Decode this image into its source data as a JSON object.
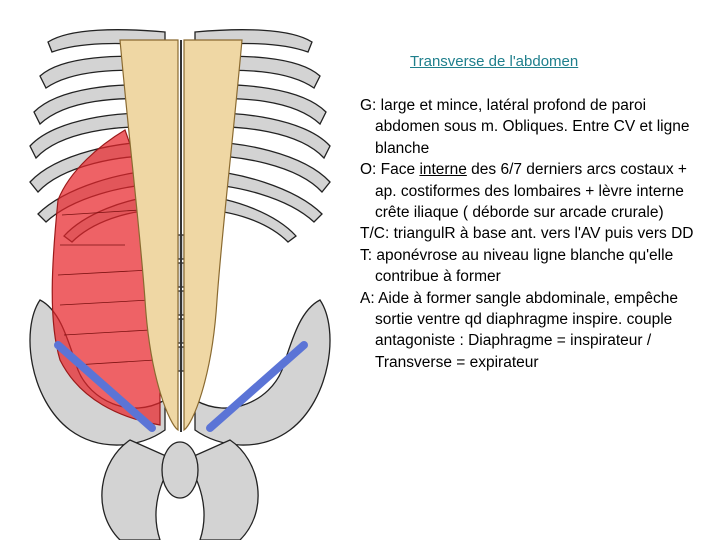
{
  "slide": {
    "title": "Transverse de l'abdomen",
    "paragraphs": [
      {
        "text": "G: large et mince, latéral profond de paroi abdomen sous m. Obliques. Entre CV et ligne blanche"
      },
      {
        "before": "O: Face ",
        "underlined": "interne",
        "after": " des 6/7 derniers arcs costaux + ap. costiformes des lombaires + lèvre interne crête iliaque ( déborde sur arcade crurale)"
      },
      {
        "text": "T/C: triangulR à base ant. vers l'AV puis vers DD"
      },
      {
        "text": "T: aponévrose au niveau ligne blanche qu'elle contribue à former"
      },
      {
        "text": "A: Aide à former sangle abdominale, empêche sortie ventre qd diaphragme inspire. couple antagoniste : Diaphragme = inspirateur / Transverse = expirateur"
      }
    ]
  },
  "colors": {
    "title": "#1f7f8c",
    "muscle": "#e8262b",
    "aponeurosis": "#efd7a4",
    "bone": "#d3d3d3",
    "ligament": "#5b74d6"
  }
}
